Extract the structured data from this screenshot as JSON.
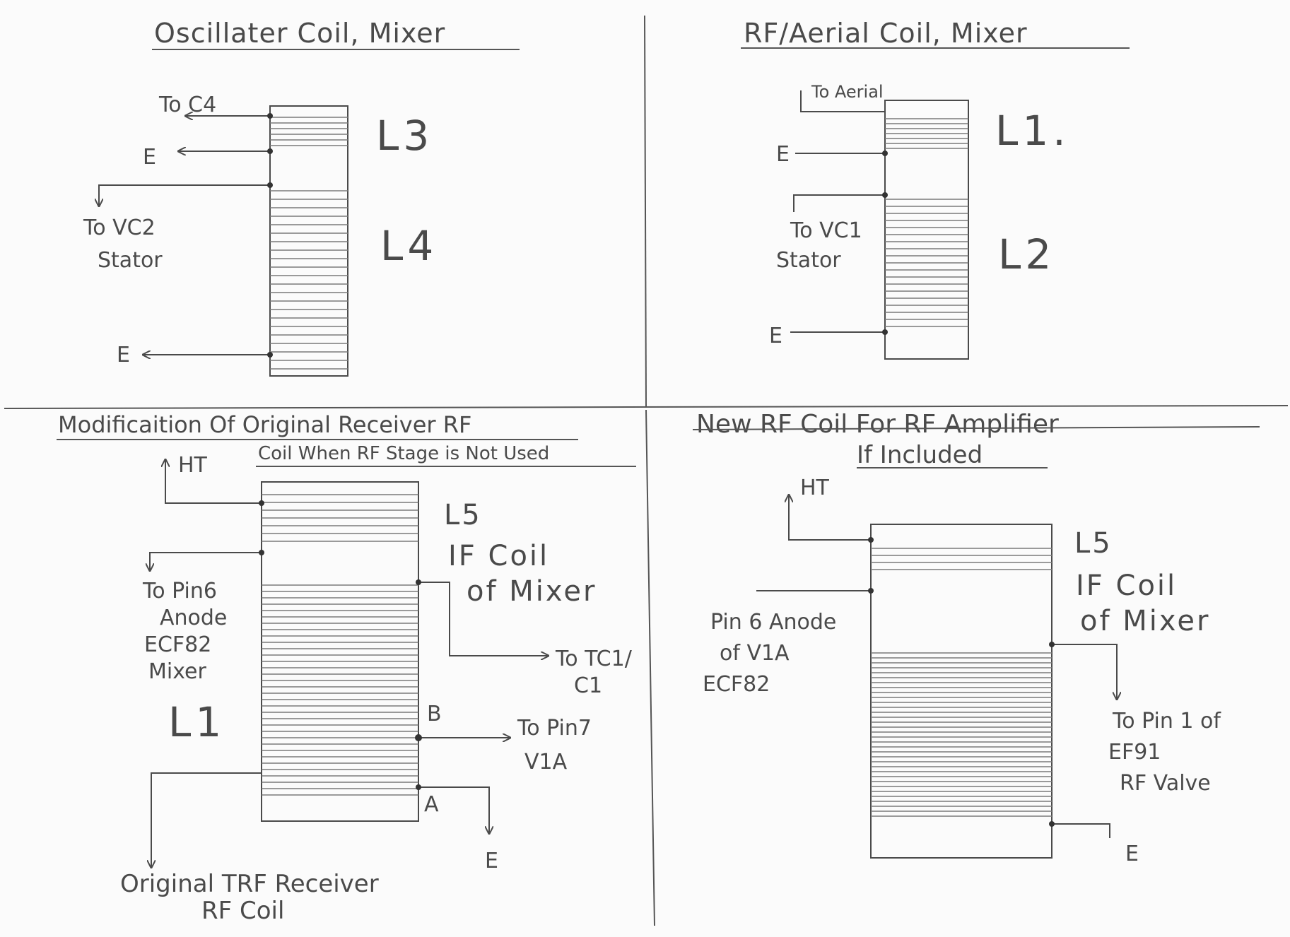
{
  "panels": {
    "oscillator": {
      "title": "Oscillater Coil, Mixer",
      "to_c4": "To C4",
      "earth_top": "E",
      "to_vc2": "To VC2",
      "stator": "Stator",
      "l3": "L3",
      "l4": "L4",
      "earth_bottom": "E"
    },
    "rf_aerial": {
      "title": "RF/Aerial Coil, Mixer",
      "to_aerial": "To Aerial",
      "earth_top": "E",
      "to_vc1": "To VC1",
      "stator": "Stator",
      "l1": "L1.",
      "l2": "L2",
      "earth_bottom": "E"
    },
    "modification": {
      "title_line1": "Modificaition Of Original Receiver RF",
      "title_line2": "Coil When RF Stage is Not Used",
      "ht": "HT",
      "l5": "L5",
      "if_coil": "IF Coil",
      "of_mixer": "of Mixer",
      "to_pin6": "To Pin6",
      "anode": "Anode",
      "ecf82": "ECF82",
      "mixer": "Mixer",
      "to_tc1": "To TC1/",
      "c1": "C1",
      "l1": "L1",
      "b": "B",
      "to_pin7": "To Pin7",
      "v1a": "V1A",
      "a": "A",
      "e": "E",
      "original_trf": "Original TRF Receiver",
      "rf_coil": "RF Coil"
    },
    "new_rf": {
      "title_line1": "New RF Coil For RF Amplifier",
      "title_line2": "If Included",
      "ht": "HT",
      "l5": "L5",
      "if_coil": "IF Coil",
      "of_mixer": "of Mixer",
      "pin6_anode": "Pin 6 Anode",
      "of_v1a": "of V1A",
      "ecf82": "ECF82",
      "to_pin1": "To Pin 1 of",
      "ef91": "EF91",
      "rf_valve": "RF Valve",
      "e": "E"
    }
  },
  "colors": {
    "ink": "#4a4a4a",
    "winding": "#7a7a7a",
    "paper": "#fbfbfb"
  }
}
